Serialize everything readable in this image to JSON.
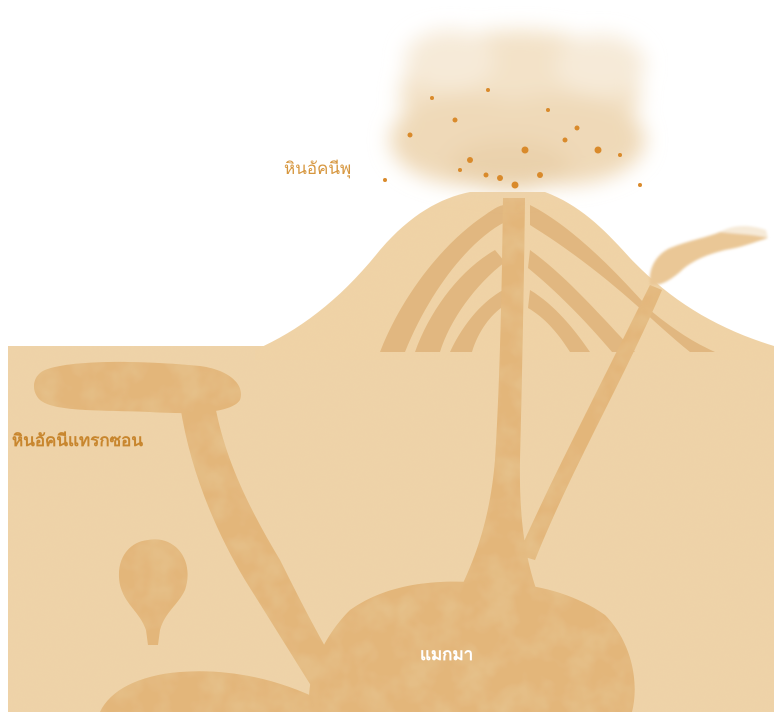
{
  "labels": {
    "extrusive_rock": "หินอัคนีพุ",
    "intrusive_rock": "หินอัคนีแทรกซอน",
    "magma": "แมกมา"
  },
  "colors": {
    "ground": "#efd3a8",
    "ground_dark": "#e2b97e",
    "magma": "#e3b67a",
    "volcano_light": "#f0d3a6",
    "volcano_stripe": "#e0b57c",
    "ash_cloud": "#f3e2c8",
    "ash_particles": "#d98a2b",
    "text_extrusive": "#d6963e",
    "text_intrusive": "#c8862e",
    "text_magma": "#ffffff"
  }
}
